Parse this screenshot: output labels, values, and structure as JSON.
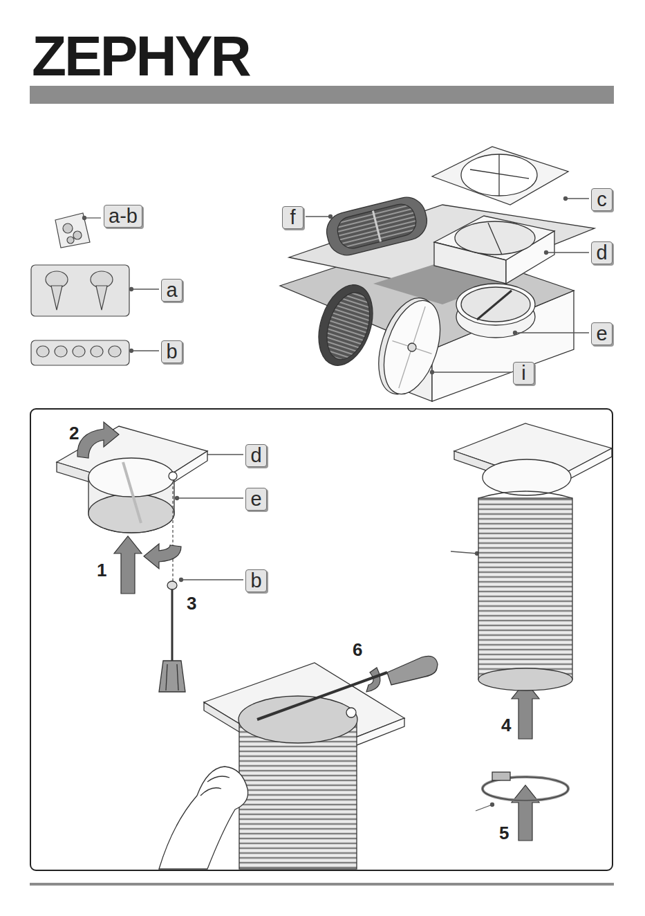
{
  "diagram": {
    "title": "ZEPHYR",
    "nodes": [
      {
        "text": [
          "a-b"
        ]
      },
      {
        "text": [
          "f"
        ]
      },
      {
        "text": [
          "c"
        ]
      },
      {
        "text": [
          "d"
        ]
      },
      {
        "text": [
          "a"
        ]
      },
      {
        "text": [
          "e"
        ]
      },
      {
        "text": [
          "b"
        ]
      },
      {
        "text": [
          "i"
        ]
      },
      {
        "text": [
          "d"
        ]
      },
      {
        "text": [
          "e"
        ]
      },
      {
        "text": [
          "b"
        ]
      }
    ],
    "labels": [
      "2",
      "1",
      "3",
      "6",
      "4",
      "5"
    ]
  }
}
